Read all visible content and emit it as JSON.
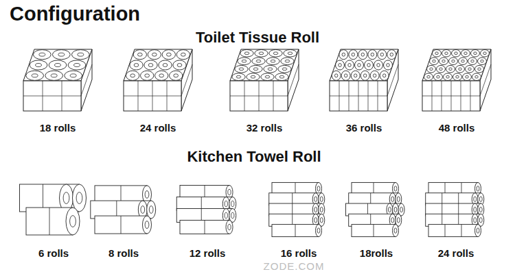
{
  "diagram": {
    "title": "Configuration",
    "labels": [
      "Toilet Tissue Roll",
      "18 rolls",
      "24 rolls",
      "32 rolls",
      "36 rolls",
      "48 rolls",
      "Kitchen Towel Roll",
      "6 rolls",
      "8 rolls",
      "12 rolls",
      "16 rolls",
      "18rolls",
      "24 rolls",
      "ZODE.COM"
    ]
  }
}
